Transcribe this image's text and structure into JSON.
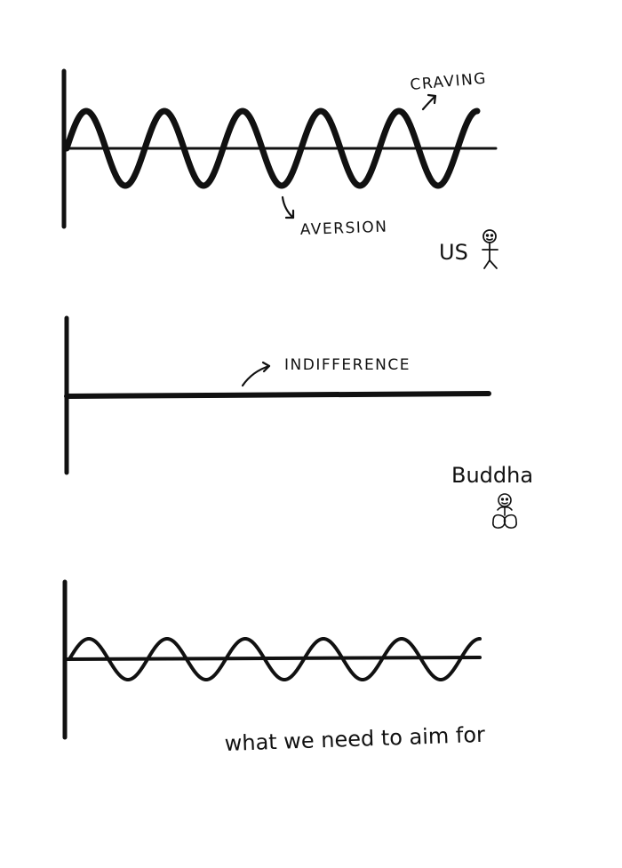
{
  "panels": [
    {
      "id": "us",
      "wave": {
        "amplitude": "high",
        "cycles": 5
      },
      "annotations": {
        "peak": "CRAVING",
        "trough": "AVERSION"
      },
      "character": {
        "label": "US",
        "icon": "stick-figure-icon"
      }
    },
    {
      "id": "buddha",
      "wave": {
        "amplitude": "none",
        "cycles": 0
      },
      "annotations": {
        "line": "INDIFFERENCE"
      },
      "character": {
        "label": "Buddha",
        "icon": "meditating-figure-icon"
      }
    },
    {
      "id": "aim",
      "wave": {
        "amplitude": "low",
        "cycles": 5
      },
      "caption": "what we need to aim for"
    }
  ],
  "colors": {
    "ink": "#111111",
    "paper": "#ffffff"
  }
}
